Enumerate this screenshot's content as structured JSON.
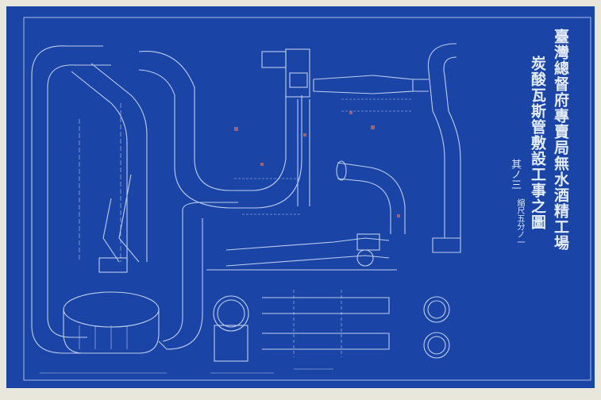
{
  "document": {
    "title_line_1": "臺灣總督府專賣局無水酒精工場",
    "title_line_2": "炭酸瓦斯管敷設工事之圖",
    "sheet_number": "其ノ三",
    "scale": "縮尺五分ノ一"
  },
  "colors": {
    "paper": "#e9e6dc",
    "blueprint": "#1a44a6",
    "line": "#cfdcf3",
    "title": "#e4ecf8"
  }
}
